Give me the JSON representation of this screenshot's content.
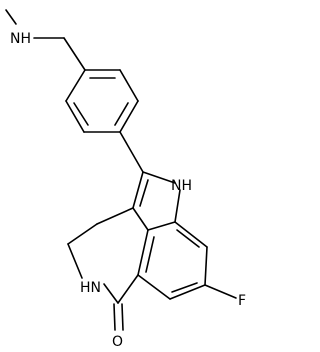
{
  "molecule": {
    "atom_labels": {
      "methylamine_nh": "NH",
      "indole_nh": "NH",
      "lactam_nh": "HN",
      "carbonyl_o": "O",
      "fluorine": "F"
    },
    "colors": {
      "background": "#ffffff",
      "ink": "#000000"
    }
  }
}
